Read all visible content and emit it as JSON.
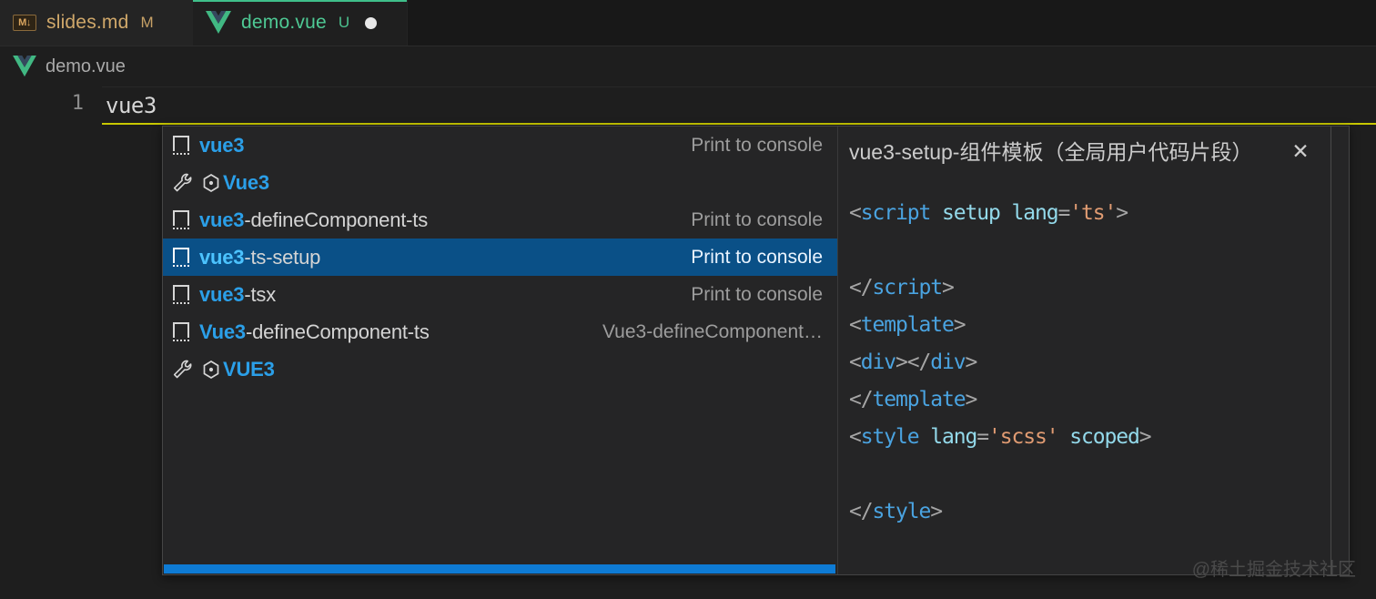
{
  "window": {
    "background": "#1e1e1e",
    "accent_blue": "#0a5087",
    "scrollbar_blue": "#0e7bd4",
    "vue_green": "#3fbf8a",
    "current_line_border": "#c8c800"
  },
  "tabs": [
    {
      "label": "slides.md",
      "state": "M",
      "icon": "markdown-icon",
      "icon_glyph": "M↓",
      "active": false,
      "dirty": false
    },
    {
      "label": "demo.vue",
      "state": "U",
      "icon": "vue-icon",
      "active": true,
      "dirty": true
    }
  ],
  "breadcrumb": {
    "icon": "vue-icon",
    "label": "demo.vue"
  },
  "editor": {
    "line_number": "1",
    "line_text": "vue3"
  },
  "suggest": {
    "rows": [
      {
        "icon": "snippet-icon",
        "label_match": "vue3",
        "label_rest": "",
        "detail": "Print to console",
        "selected": false
      },
      {
        "icon": "wrench-icon",
        "icon2": "hexagon-icon",
        "label_match": "Vue3",
        "label_rest": "",
        "detail": "",
        "selected": false
      },
      {
        "icon": "snippet-icon",
        "label_match": "vue3",
        "label_rest": "-defineComponent-ts",
        "detail": "Print to console",
        "selected": false
      },
      {
        "icon": "snippet-icon",
        "label_match": "vue3",
        "label_rest": "-ts-setup",
        "detail": "Print to console",
        "selected": true
      },
      {
        "icon": "snippet-icon",
        "label_match": "vue3",
        "label_rest": "-tsx",
        "detail": "Print to console",
        "selected": false
      },
      {
        "icon": "snippet-icon",
        "label_match": "Vue3",
        "label_rest": "-defineComponent-ts",
        "detail": "Vue3-defineComponent…",
        "selected": false
      },
      {
        "icon": "wrench-icon",
        "icon2": "hexagon-icon",
        "label_match": "VUE3",
        "label_rest": "",
        "detail": "",
        "selected": false
      }
    ]
  },
  "docs": {
    "title": "vue3-setup-组件模板（全局用户代码片段）",
    "close_label": "✕",
    "code_lines": [
      [
        {
          "t": "punc",
          "s": "<"
        },
        {
          "t": "tag",
          "s": "script"
        },
        {
          "t": "punc",
          "s": " "
        },
        {
          "t": "attr",
          "s": "setup"
        },
        {
          "t": "punc",
          "s": " "
        },
        {
          "t": "attr",
          "s": "lang"
        },
        {
          "t": "eq",
          "s": "="
        },
        {
          "t": "str",
          "s": "'ts'"
        },
        {
          "t": "punc",
          "s": ">"
        }
      ],
      [],
      [
        {
          "t": "punc",
          "s": "</"
        },
        {
          "t": "tag",
          "s": "script"
        },
        {
          "t": "punc",
          "s": ">"
        }
      ],
      [
        {
          "t": "punc",
          "s": "<"
        },
        {
          "t": "tag",
          "s": "template"
        },
        {
          "t": "punc",
          "s": ">"
        }
      ],
      [
        {
          "t": "punc",
          "s": "<"
        },
        {
          "t": "tag",
          "s": "div"
        },
        {
          "t": "punc",
          "s": "></"
        },
        {
          "t": "tag",
          "s": "div"
        },
        {
          "t": "punc",
          "s": ">"
        }
      ],
      [
        {
          "t": "punc",
          "s": "</"
        },
        {
          "t": "tag",
          "s": "template"
        },
        {
          "t": "punc",
          "s": ">"
        }
      ],
      [
        {
          "t": "punc",
          "s": "<"
        },
        {
          "t": "tag",
          "s": "style"
        },
        {
          "t": "punc",
          "s": " "
        },
        {
          "t": "attr",
          "s": "lang"
        },
        {
          "t": "eq",
          "s": "="
        },
        {
          "t": "str",
          "s": "'scss'"
        },
        {
          "t": "punc",
          "s": " "
        },
        {
          "t": "attr",
          "s": "scoped"
        },
        {
          "t": "punc",
          "s": ">"
        }
      ],
      [],
      [
        {
          "t": "punc",
          "s": "</"
        },
        {
          "t": "tag",
          "s": "style"
        },
        {
          "t": "punc",
          "s": ">"
        }
      ]
    ]
  },
  "watermark": {
    "text": "@稀土掘金技术社区"
  }
}
